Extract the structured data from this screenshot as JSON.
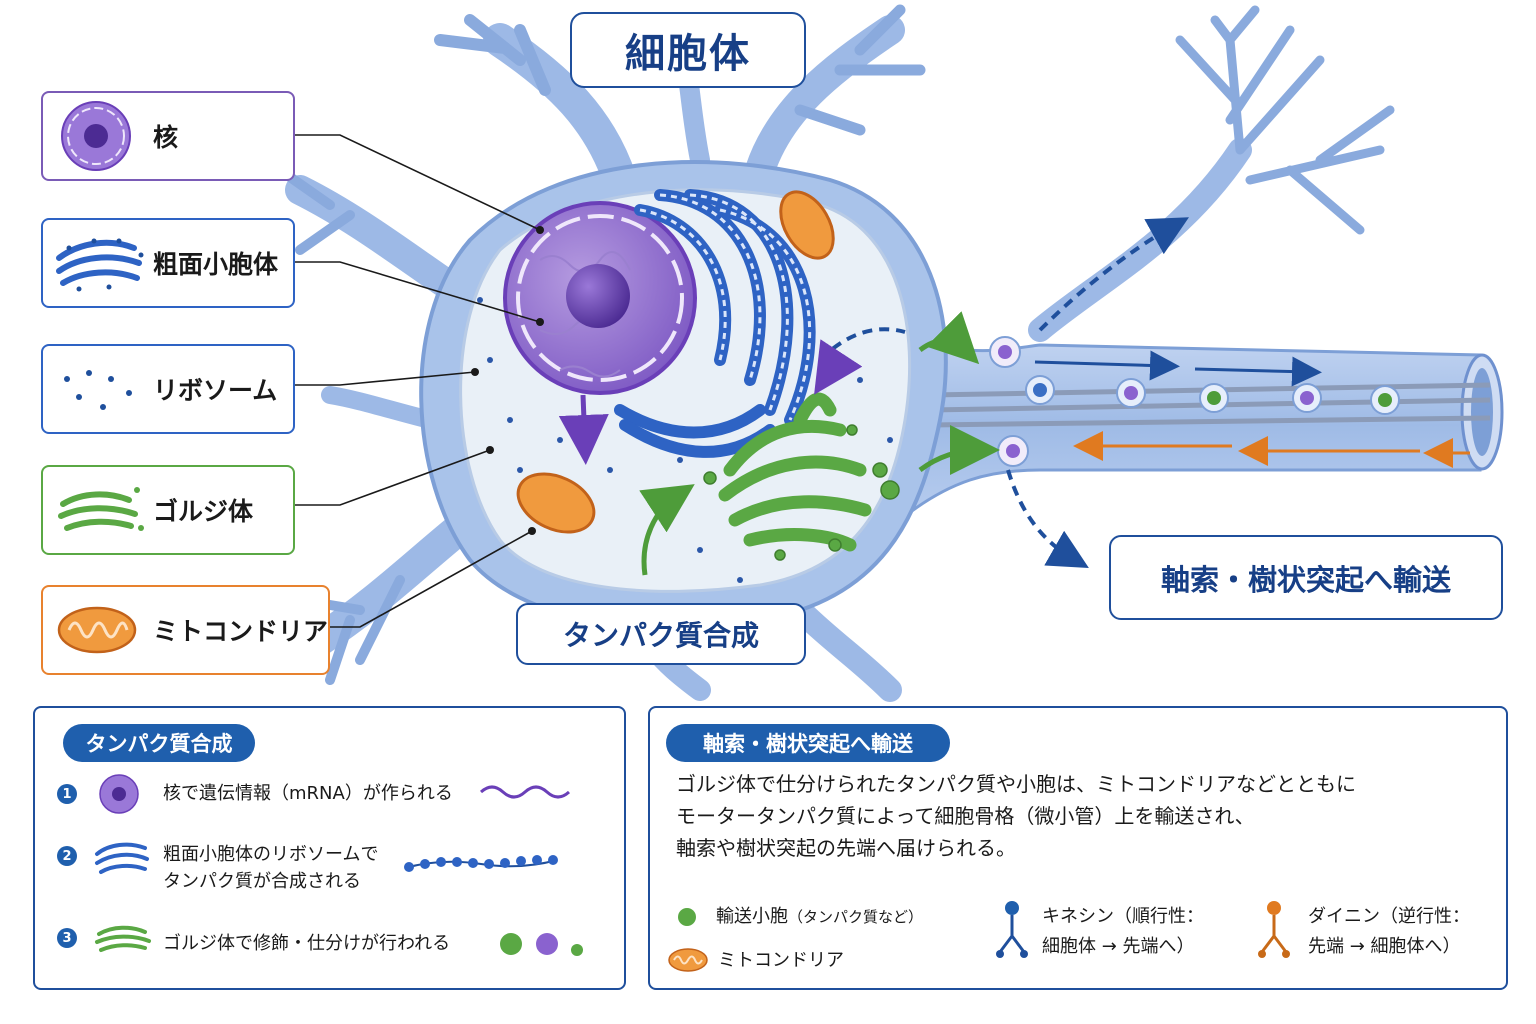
{
  "title": "細胞体",
  "labels": {
    "nucleus": "核",
    "rough_er": "粗面小胞体",
    "ribosome": "リボソーム",
    "golgi": "ゴルジ体",
    "mitochondria": "ミトコンドリア"
  },
  "callouts": {
    "synthesis": "タンパク質合成",
    "transport": "軸索・樹状突起へ輸送"
  },
  "synthesis_panel": {
    "heading": "タンパク質合成",
    "steps": [
      {
        "number": "1",
        "text_lines": [
          "核で遺伝情報（mRNA）が作られる"
        ]
      },
      {
        "number": "2",
        "text_lines": [
          "粗面小胞体のリボソームで",
          "タンパク質が合成される"
        ]
      },
      {
        "number": "3",
        "text_lines": [
          "ゴルジ体で修飾・仕分けが行われる"
        ]
      }
    ]
  },
  "transport_panel": {
    "heading": "軸索・樹状突起へ輸送",
    "description_lines": [
      "ゴルジ体で仕分けられたタンパク質や小胞は、ミトコンドリアなどとともに",
      "モータータンパク質によって細胞骨格（微小管）上を輸送され、",
      "軸索や樹状突起の先端へ届けられる。"
    ],
    "legend": {
      "vesicle": "輸送小胞",
      "vesicle_note": "（タンパク質など）",
      "mitochondria": "ミトコンドリア",
      "kinesin_line1": "キネシン（順行性：",
      "kinesin_line2": "細胞体 → 先端へ）",
      "dynein_line1": "ダイニン（逆行性：",
      "dynein_line2": "先端 → 細胞体へ）"
    }
  },
  "colors": {
    "navy": "#1f4f9c",
    "nucleus": "#7a4fc0",
    "er": "#2e63c4",
    "golgi": "#5aa844",
    "mitochondria": "#e8822e",
    "cell_body": "#a9c3ea",
    "kinesin": "#1f4f9c",
    "dynein": "#e07a20"
  }
}
